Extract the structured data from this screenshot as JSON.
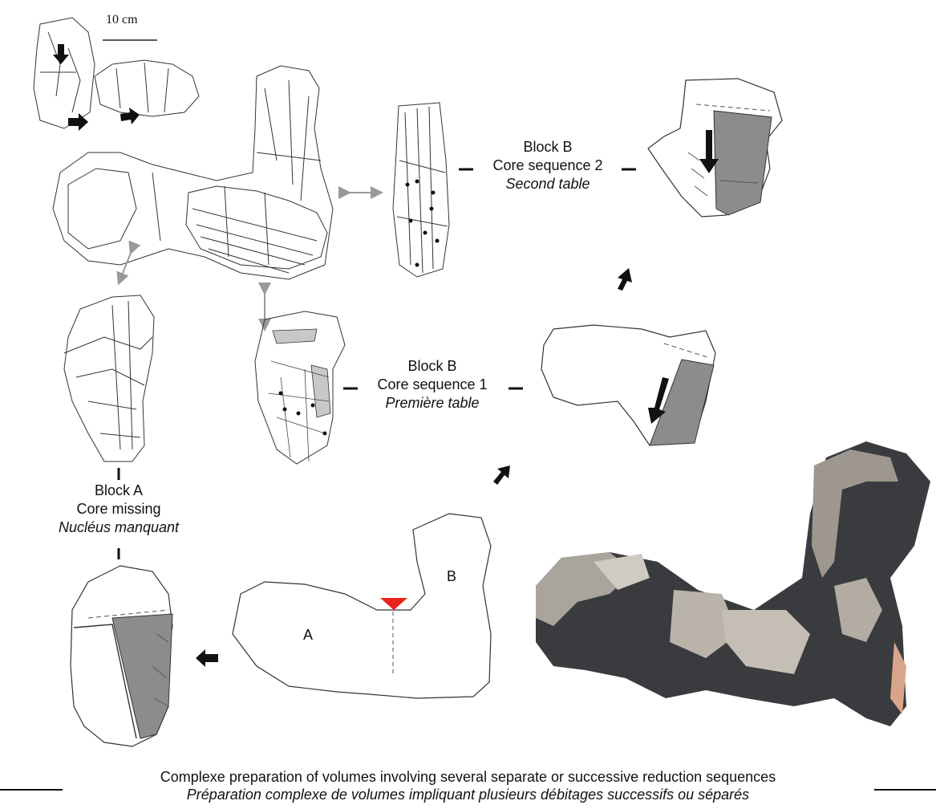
{
  "scale": {
    "label": "10 cm"
  },
  "labels": {
    "block_b_seq2": {
      "block": "Block B",
      "sequence": "Core sequence 2",
      "french": "Second table"
    },
    "block_b_seq1": {
      "block": "Block B",
      "sequence": "Core sequence 1",
      "french": "Première table"
    },
    "block_a": {
      "block": "Block A",
      "sequence": "Core missing",
      "french": "Nucléus manquant"
    },
    "outline_a": "A",
    "outline_b": "B"
  },
  "caption": {
    "english": "Complexe preparation of volumes involving several separate or successive reduction sequences",
    "french": "Préparation complexe de volumes impliquant plusieurs débitages successifs ou séparés"
  },
  "colors": {
    "line": "#222222",
    "fill_gray": "#8c8c8c",
    "light_gray": "#c8c8c8",
    "arrow_red": "#e8231b",
    "photo_dark": "#2f3033",
    "photo_light": "#b9b3aa"
  }
}
